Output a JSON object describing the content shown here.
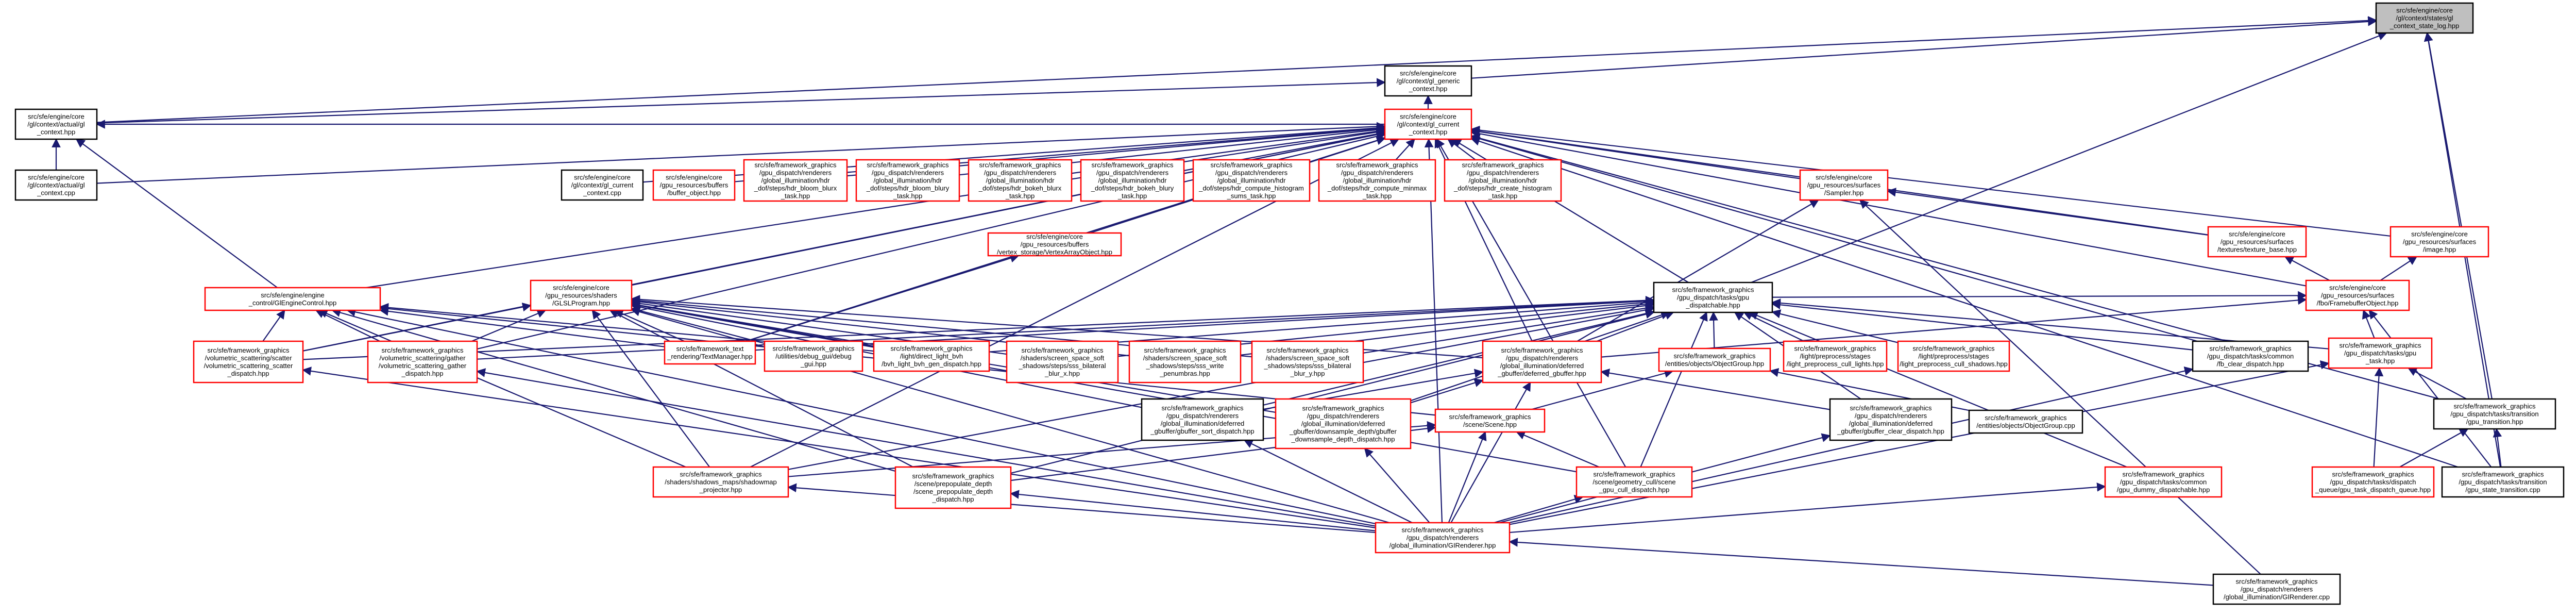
{
  "colors": {
    "background": "#ffffff",
    "root_fill": "#bfbfbf",
    "node_fill": "#ffffff",
    "black_border": "#000000",
    "red_border": "#ff0000",
    "edge_color": "#191970",
    "text_color": "#000000"
  },
  "nodes": [
    {
      "id": "root",
      "lines": [
        "src/sfe/engine/core",
        "/gl/context/states/gl",
        "_context_state_log.hpp"
      ],
      "border": "black",
      "root": true
    },
    {
      "id": "gl_generic_context",
      "lines": [
        "src/sfe/engine/core",
        "/gl/context/gl_generic",
        "_context.hpp"
      ],
      "border": "black"
    },
    {
      "id": "gl_context_hpp",
      "lines": [
        "src/sfe/engine/core",
        "/gl/context/actual/gl",
        "_context.hpp"
      ],
      "border": "black"
    },
    {
      "id": "gl_current_context",
      "lines": [
        "src/sfe/engine/core",
        "/gl/context/gl_current",
        "_context.hpp"
      ],
      "border": "red"
    },
    {
      "id": "gl_context_cpp",
      "lines": [
        "src/sfe/engine/core",
        "/gl/context/actual/gl",
        "_context.cpp"
      ],
      "border": "black"
    },
    {
      "id": "gl_current_context_cpp",
      "lines": [
        "src/sfe/engine/core",
        "/gl/context/gl_current",
        "_context.cpp"
      ],
      "border": "black"
    },
    {
      "id": "buffer_object",
      "lines": [
        "src/sfe/engine/core",
        "/gpu_resources/buffers",
        "/buffer_object.hpp"
      ],
      "border": "red"
    },
    {
      "id": "hdr_bloom_blurx",
      "lines": [
        "src/sfe/framework_graphics",
        "/gpu_dispatch/renderers",
        "/global_illumination/hdr",
        "_dof/steps/hdr_bloom_blurx",
        "_task.hpp"
      ],
      "border": "red"
    },
    {
      "id": "hdr_bloom_blury",
      "lines": [
        "src/sfe/framework_graphics",
        "/gpu_dispatch/renderers",
        "/global_illumination/hdr",
        "_dof/steps/hdr_bloom_blury",
        "_task.hpp"
      ],
      "border": "red"
    },
    {
      "id": "hdr_bokeh_blurx",
      "lines": [
        "src/sfe/framework_graphics",
        "/gpu_dispatch/renderers",
        "/global_illumination/hdr",
        "_dof/steps/hdr_bokeh_blurx",
        "_task.hpp"
      ],
      "border": "red"
    },
    {
      "id": "hdr_bokeh_blury",
      "lines": [
        "src/sfe/framework_graphics",
        "/gpu_dispatch/renderers",
        "/global_illumination/hdr",
        "_dof/steps/hdr_bokeh_blury",
        "_task.hpp"
      ],
      "border": "red"
    },
    {
      "id": "hdr_compute_histogram_sums",
      "lines": [
        "src/sfe/framework_graphics",
        "/gpu_dispatch/renderers",
        "/global_illumination/hdr",
        "_dof/steps/hdr_compute_histogram",
        "_sums_task.hpp"
      ],
      "border": "red"
    },
    {
      "id": "hdr_compute_minmax",
      "lines": [
        "src/sfe/framework_graphics",
        "/gpu_dispatch/renderers",
        "/global_illumination/hdr",
        "_dof/steps/hdr_compute_minmax",
        "_task.hpp"
      ],
      "border": "red"
    },
    {
      "id": "hdr_create_histogram",
      "lines": [
        "src/sfe/framework_graphics",
        "/gpu_dispatch/renderers",
        "/global_illumination/hdr",
        "_dof/steps/hdr_create_histogram",
        "_task.hpp"
      ],
      "border": "red"
    },
    {
      "id": "sampler",
      "lines": [
        "src/sfe/engine/core",
        "/gpu_resources/surfaces",
        "/Sampler.hpp"
      ],
      "border": "red"
    },
    {
      "id": "vertex_array_object",
      "lines": [
        "src/sfe/engine/core",
        "/gpu_resources/buffers",
        "/vertex_storage/VertexArrayObject.hpp"
      ],
      "border": "red"
    },
    {
      "id": "texture_base",
      "lines": [
        "src/sfe/engine/core",
        "/gpu_resources/surfaces",
        "/textures/texture_base.hpp"
      ],
      "border": "red"
    },
    {
      "id": "image_hpp",
      "lines": [
        "src/sfe/engine/core",
        "/gpu_resources/surfaces",
        "/image.hpp"
      ],
      "border": "red"
    },
    {
      "id": "framebuffer_object",
      "lines": [
        "src/sfe/engine/core",
        "/gpu_resources/surfaces",
        "/fbo/FramebufferObject.hpp"
      ],
      "border": "red"
    },
    {
      "id": "gl_engine_control",
      "lines": [
        "src/sfe/engine/engine",
        "_control/GlEngineControl.hpp"
      ],
      "border": "red"
    },
    {
      "id": "glsl_program",
      "lines": [
        "src/sfe/engine/core",
        "/gpu_resources/shaders",
        "/GLSLProgram.hpp"
      ],
      "border": "red"
    },
    {
      "id": "gpu_dispatchable",
      "lines": [
        "src/sfe/framework_graphics",
        "/gpu_dispatch/tasks/gpu",
        "_dispatchable.hpp"
      ],
      "border": "black"
    },
    {
      "id": "task_hpp",
      "lines": [
        "src/sfe/framework_graphics",
        "/gpu_dispatch/tasks/gpu",
        "_task.hpp"
      ],
      "border": "red"
    },
    {
      "id": "scatter_dispatch",
      "lines": [
        "src/sfe/framework_graphics",
        "/volumetric_scattering/scatter",
        "/volumetric_scattering_scatter",
        "_dispatch.hpp"
      ],
      "border": "red"
    },
    {
      "id": "gather_dispatch",
      "lines": [
        "src/sfe/framework_graphics",
        "/volumetric_scattering/gather",
        "/volumetric_scattering_gather",
        "_dispatch.hpp"
      ],
      "border": "red"
    },
    {
      "id": "text_rendering",
      "lines": [
        "src/sfe/framework_text",
        "_rendering/TextManager.hpp"
      ],
      "border": "red"
    },
    {
      "id": "debug_gui",
      "lines": [
        "src/sfe/framework_graphics",
        "/utilities/debug_gui/debug",
        "_gui.hpp"
      ],
      "border": "red"
    },
    {
      "id": "light_bvh",
      "lines": [
        "src/sfe/framework_graphics",
        "/light/direct_light_bvh",
        "/bvh_light_bvh_gen_dispatch.hpp"
      ],
      "border": "red"
    },
    {
      "id": "ssbl_blur_x",
      "lines": [
        "src/sfe/framework_graphics",
        "/shaders/screen_space_soft",
        "_shadows/steps/sss_bilateral",
        "_blur_x.hpp"
      ],
      "border": "red"
    },
    {
      "id": "ssbl_write_penumbras",
      "lines": [
        "src/sfe/framework_graphics",
        "/shaders/screen_space_soft",
        "_shadows/steps/sss_write",
        "_penumbras.hpp"
      ],
      "border": "red"
    },
    {
      "id": "ssbl_blur_y",
      "lines": [
        "src/sfe/framework_graphics",
        "/shaders/screen_space_soft",
        "_shadows/steps/sss_bilateral",
        "_blur_y.hpp"
      ],
      "border": "red"
    },
    {
      "id": "gbuffer_deferred",
      "lines": [
        "src/sfe/framework_graphics",
        "/gpu_dispatch/renderers",
        "/global_illumination/deferred",
        "_gbuffer/deferred_gbuffer.hpp"
      ],
      "border": "red"
    },
    {
      "id": "object_group_hpp",
      "lines": [
        "src/sfe/framework_graphics",
        "/entities/objects/ObjectGroup.hpp"
      ],
      "border": "red"
    },
    {
      "id": "preprocess_cull_lights",
      "lines": [
        "src/sfe/framework_graphics",
        "/light/preprocess/stages",
        "/light_preprocess_cull_lights.hpp"
      ],
      "border": "red"
    },
    {
      "id": "preprocess_cull_shadows",
      "lines": [
        "src/sfe/framework_graphics",
        "/light/preprocess/stages",
        "/light_preprocess_cull_shadows.hpp"
      ],
      "border": "red"
    },
    {
      "id": "fb_clear_dispatch",
      "lines": [
        "src/sfe/framework_graphics",
        "/gpu_dispatch/tasks/common",
        "/fb_clear_dispatch.hpp"
      ],
      "border": "black"
    },
    {
      "id": "gbuffer_sort_dispatch",
      "lines": [
        "src/sfe/framework_graphics",
        "/gpu_dispatch/renderers",
        "/global_illumination/deferred",
        "_gbuffer/gbuffer_sort_dispatch.hpp"
      ],
      "border": "black"
    },
    {
      "id": "downsample_depth",
      "lines": [
        "src/sfe/framework_graphics",
        "/gpu_dispatch/renderers",
        "/global_illumination/deferred",
        "_gbuffer/downsample_depth/gbuffer",
        "_downsample_depth_dispatch.hpp"
      ],
      "border": "red"
    },
    {
      "id": "scene_hpp",
      "lines": [
        "src/sfe/framework_graphics",
        "/scene/Scene.hpp"
      ],
      "border": "red"
    },
    {
      "id": "gbuffer_clear_dispatch",
      "lines": [
        "src/sfe/framework_graphics",
        "/gpu_dispatch/renderers",
        "/global_illumination/deferred",
        "_gbuffer/gbuffer_clear_dispatch.hpp"
      ],
      "border": "black"
    },
    {
      "id": "object_group_cpp",
      "lines": [
        "src/sfe/framework_graphics",
        "/entities/objects/ObjectGroup.cpp"
      ],
      "border": "black"
    },
    {
      "id": "transition_hpp",
      "lines": [
        "src/sfe/framework_graphics",
        "/gpu_dispatch/tasks/transition",
        "/gpu_transition.hpp"
      ],
      "border": "black"
    },
    {
      "id": "shadowmap_projector",
      "lines": [
        "src/sfe/framework_graphics",
        "/shaders/shadows_maps/shadowmap",
        "_projector.hpp"
      ],
      "border": "red"
    },
    {
      "id": "prepopulate_depth",
      "lines": [
        "src/sfe/framework_graphics",
        "/scene/prepopulate_depth",
        "/scene_prepopulate_depth",
        "_dispatch.hpp"
      ],
      "border": "red"
    },
    {
      "id": "geometry_cull",
      "lines": [
        "src/sfe/framework_graphics",
        "/scene/geometry_cull/scene",
        "_gpu_cull_dispatch.hpp"
      ],
      "border": "red"
    },
    {
      "id": "dummy_dispatchable",
      "lines": [
        "src/sfe/framework_graphics",
        "/gpu_dispatch/tasks/common",
        "/gpu_dummy_dispatchable.hpp"
      ],
      "border": "red"
    },
    {
      "id": "gpu_task_dispatch_queue",
      "lines": [
        "src/sfe/framework_graphics",
        "/gpu_dispatch/tasks/dispatch",
        "_queue/gpu_task_dispatch_queue.hpp"
      ],
      "border": "red"
    },
    {
      "id": "gpu_state_transition",
      "lines": [
        "src/sfe/framework_graphics",
        "/gpu_dispatch/tasks/transition",
        "/gpu_state_transition.cpp"
      ],
      "border": "black"
    },
    {
      "id": "gi_renderer_hpp",
      "lines": [
        "src/sfe/framework_graphics",
        "/gpu_dispatch/renderers",
        "/global_illumination/GIRenderer.hpp"
      ],
      "border": "red"
    },
    {
      "id": "gi_renderer_cpp",
      "lines": [
        "src/sfe/framework_graphics",
        "/gpu_dispatch/renderers",
        "/global_illumination/GIRenderer.cpp"
      ],
      "border": "black"
    }
  ],
  "edges": [
    [
      "gl_generic_context",
      "root"
    ],
    [
      "gl_context_hpp",
      "root"
    ],
    [
      "gl_current_context",
      "gl_generic_context"
    ],
    [
      "gl_context_hpp",
      "gl_generic_context"
    ],
    [
      "gl_current_context",
      "gl_context_hpp"
    ],
    [
      "gl_context_cpp",
      "gl_context_hpp"
    ],
    [
      "gl_engine_control",
      "gl_context_hpp"
    ],
    [
      "gpu_dispatchable",
      "root"
    ],
    [
      "transition_hpp",
      "root"
    ],
    [
      "gpu_state_transition",
      "root"
    ],
    [
      "gl_current_context_cpp",
      "gl_current_context"
    ],
    [
      "buffer_object",
      "gl_current_context"
    ],
    [
      "hdr_bloom_blurx",
      "gl_current_context"
    ],
    [
      "hdr_bloom_blury",
      "gl_current_context"
    ],
    [
      "hdr_bokeh_blurx",
      "gl_current_context"
    ],
    [
      "hdr_bokeh_blury",
      "gl_current_context"
    ],
    [
      "hdr_compute_histogram_sums",
      "gl_current_context"
    ],
    [
      "hdr_compute_minmax",
      "gl_current_context"
    ],
    [
      "hdr_create_histogram",
      "gl_current_context"
    ],
    [
      "sampler",
      "gl_current_context"
    ],
    [
      "texture_base",
      "gl_current_context"
    ],
    [
      "image_hpp",
      "gl_current_context"
    ],
    [
      "framebuffer_object",
      "gl_current_context"
    ],
    [
      "vertex_array_object",
      "gl_current_context"
    ],
    [
      "gl_context_cpp",
      "gl_current_context"
    ],
    [
      "gl_engine_control",
      "gl_current_context"
    ],
    [
      "glsl_program",
      "gl_current_context"
    ],
    [
      "gpu_dispatchable",
      "gl_current_context"
    ],
    [
      "text_rendering",
      "gl_current_context"
    ],
    [
      "scatter_dispatch",
      "gl_current_context"
    ],
    [
      "gather_dispatch",
      "gl_current_context"
    ],
    [
      "fb_clear_dispatch",
      "gl_current_context"
    ],
    [
      "transition_hpp",
      "gl_current_context"
    ],
    [
      "gpu_state_transition",
      "gl_current_context"
    ],
    [
      "gi_renderer_hpp",
      "gl_current_context"
    ],
    [
      "gbuffer_deferred",
      "gl_current_context"
    ],
    [
      "geometry_cull",
      "gl_current_context"
    ],
    [
      "shadowmap_projector",
      "gl_current_context"
    ],
    [
      "text_rendering",
      "vertex_array_object"
    ],
    [
      "texture_base",
      "sampler"
    ],
    [
      "gbuffer_deferred",
      "sampler"
    ],
    [
      "framebuffer_object",
      "texture_base"
    ],
    [
      "framebuffer_object",
      "image_hpp"
    ],
    [
      "task_hpp",
      "framebuffer_object"
    ],
    [
      "gbuffer_deferred",
      "framebuffer_object"
    ],
    [
      "gpu_state_transition",
      "framebuffer_object"
    ],
    [
      "gpu_dispatchable",
      "framebuffer_object"
    ],
    [
      "scatter_dispatch",
      "gl_engine_control"
    ],
    [
      "gather_dispatch",
      "gl_engine_control"
    ],
    [
      "text_rendering",
      "gl_engine_control"
    ],
    [
      "light_bvh",
      "gl_engine_control"
    ],
    [
      "scene_hpp",
      "gl_engine_control"
    ],
    [
      "shadowmap_projector",
      "gl_engine_control"
    ],
    [
      "prepopulate_depth",
      "gl_engine_control"
    ],
    [
      "gi_renderer_hpp",
      "gl_engine_control"
    ],
    [
      "scatter_dispatch",
      "glsl_program"
    ],
    [
      "gather_dispatch",
      "glsl_program"
    ],
    [
      "text_rendering",
      "glsl_program"
    ],
    [
      "debug_gui",
      "glsl_program"
    ],
    [
      "light_bvh",
      "glsl_program"
    ],
    [
      "ssbl_blur_x",
      "glsl_program"
    ],
    [
      "ssbl_write_penumbras",
      "glsl_program"
    ],
    [
      "ssbl_blur_y",
      "glsl_program"
    ],
    [
      "gbuffer_deferred",
      "glsl_program"
    ],
    [
      "gbuffer_sort_dispatch",
      "glsl_program"
    ],
    [
      "downsample_depth",
      "glsl_program"
    ],
    [
      "shadowmap_projector",
      "glsl_program"
    ],
    [
      "prepopulate_depth",
      "glsl_program"
    ],
    [
      "geometry_cull",
      "glsl_program"
    ],
    [
      "gi_renderer_hpp",
      "glsl_program"
    ],
    [
      "task_hpp",
      "gpu_dispatchable"
    ],
    [
      "scatter_dispatch",
      "gpu_dispatchable"
    ],
    [
      "gather_dispatch",
      "gpu_dispatchable"
    ],
    [
      "text_rendering",
      "gpu_dispatchable"
    ],
    [
      "light_bvh",
      "gpu_dispatchable"
    ],
    [
      "ssbl_blur_x",
      "gpu_dispatchable"
    ],
    [
      "ssbl_write_penumbras",
      "gpu_dispatchable"
    ],
    [
      "ssbl_blur_y",
      "gpu_dispatchable"
    ],
    [
      "gbuffer_deferred",
      "gpu_dispatchable"
    ],
    [
      "object_group_hpp",
      "gpu_dispatchable"
    ],
    [
      "preprocess_cull_lights",
      "gpu_dispatchable"
    ],
    [
      "preprocess_cull_shadows",
      "gpu_dispatchable"
    ],
    [
      "fb_clear_dispatch",
      "gpu_dispatchable"
    ],
    [
      "gbuffer_sort_dispatch",
      "gpu_dispatchable"
    ],
    [
      "downsample_depth",
      "gpu_dispatchable"
    ],
    [
      "gbuffer_clear_dispatch",
      "gpu_dispatchable"
    ],
    [
      "dummy_dispatchable",
      "gpu_dispatchable"
    ],
    [
      "geometry_cull",
      "gpu_dispatchable"
    ],
    [
      "prepopulate_depth",
      "gpu_dispatchable"
    ],
    [
      "shadowmap_projector",
      "gpu_dispatchable"
    ],
    [
      "transition_hpp",
      "task_hpp"
    ],
    [
      "gpu_task_dispatch_queue",
      "task_hpp"
    ],
    [
      "gi_renderer_hpp",
      "task_hpp"
    ],
    [
      "gpu_state_transition",
      "transition_hpp"
    ],
    [
      "gpu_task_dispatch_queue",
      "transition_hpp"
    ],
    [
      "gbuffer_sort_dispatch",
      "gbuffer_deferred"
    ],
    [
      "downsample_depth",
      "gbuffer_deferred"
    ],
    [
      "gbuffer_clear_dispatch",
      "gbuffer_deferred"
    ],
    [
      "gi_renderer_hpp",
      "gbuffer_deferred"
    ],
    [
      "scene_hpp",
      "object_group_hpp"
    ],
    [
      "object_group_cpp",
      "object_group_hpp"
    ],
    [
      "shadowmap_projector",
      "scene_hpp"
    ],
    [
      "prepopulate_depth",
      "scene_hpp"
    ],
    [
      "geometry_cull",
      "scene_hpp"
    ],
    [
      "gi_renderer_hpp",
      "scene_hpp"
    ],
    [
      "gi_renderer_hpp",
      "gbuffer_sort_dispatch"
    ],
    [
      "gi_renderer_hpp",
      "downsample_depth"
    ],
    [
      "gi_renderer_hpp",
      "gbuffer_clear_dispatch"
    ],
    [
      "gi_renderer_hpp",
      "shadowmap_projector"
    ],
    [
      "gi_renderer_hpp",
      "prepopulate_depth"
    ],
    [
      "gi_renderer_hpp",
      "geometry_cull"
    ],
    [
      "gi_renderer_hpp",
      "dummy_dispatchable"
    ],
    [
      "gi_renderer_hpp",
      "fb_clear_dispatch"
    ],
    [
      "gi_renderer_cpp",
      "gi_renderer_hpp"
    ],
    [
      "gi_renderer_cpp",
      "sampler"
    ],
    [
      "gi_renderer_hpp",
      "gather_dispatch"
    ],
    [
      "gi_renderer_hpp",
      "scatter_dispatch"
    ]
  ]
}
